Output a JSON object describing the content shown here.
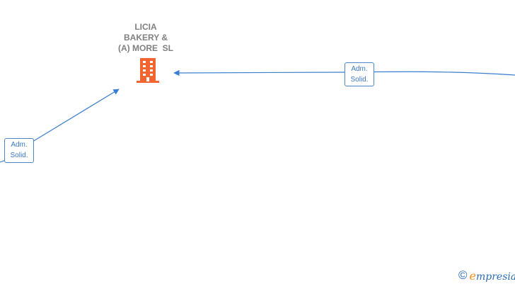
{
  "company": {
    "name_lines": [
      "LICIA",
      "BAKERY &",
      "(A) MORE  SL"
    ],
    "icon": "building-icon",
    "icon_color": "#f26430"
  },
  "relations": [
    {
      "id": "from-right",
      "label_lines": [
        "Adm.",
        "Solid."
      ]
    },
    {
      "id": "from-left",
      "label_lines": [
        "Adm.",
        "Solid."
      ]
    }
  ],
  "colors": {
    "edge": "#3a7fcf",
    "label_text": "#3a78c2",
    "brand_accent": "#f28c1f"
  },
  "footer": {
    "copyright_symbol": "©",
    "brand_initial": "e",
    "brand_rest": "mpresia"
  }
}
